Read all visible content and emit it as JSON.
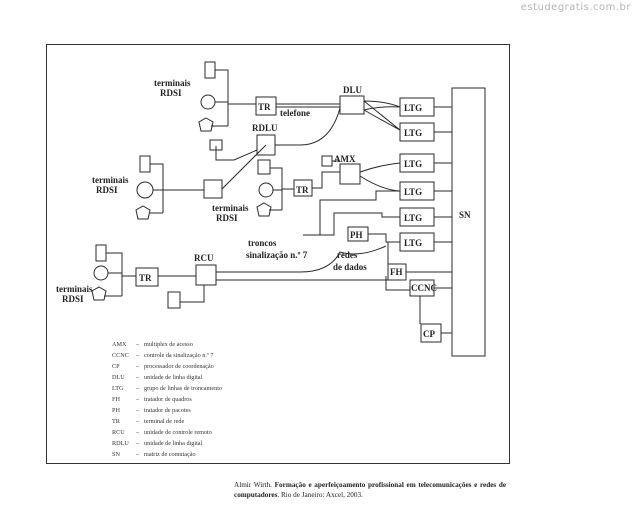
{
  "watermark": "estudegratis.com.br",
  "labels": {
    "terminais_1": "terminais",
    "rdsi_1": "RDSI",
    "terminais_2": "terminais",
    "rdsi_2": "RDSI",
    "terminais_3": "terminais",
    "rdsi_3": "RDSI",
    "terminais_4": "terminais",
    "rdsi_4": "RDSI",
    "telefone": "telefone",
    "tronco_1": "troncos",
    "tronco_2": "sinalização n.º 7",
    "redes_1": "redes",
    "redes_2": "de dados"
  },
  "blocks": {
    "tr1": "TR",
    "tr2": "TR",
    "tr3": "TR",
    "dlu": "DLU",
    "rdlu": "RDLU",
    "amx": "AMX",
    "rcu": "RCU",
    "ltg1": "LTG",
    "ltg2": "LTG",
    "ltg3": "LTG",
    "ltg4": "LTG",
    "ltg5": "LTG",
    "ltg6": "LTG",
    "ph": "PH",
    "fh": "FH",
    "ccnc": "CCNC",
    "cp": "CP",
    "sn": "SN"
  },
  "legend": [
    {
      "abbr": "AMX",
      "desc": "multiplex de acesso"
    },
    {
      "abbr": "CCNC",
      "desc": "controle da sinalização n.º 7"
    },
    {
      "abbr": "CP",
      "desc": "processador de coordenação"
    },
    {
      "abbr": "DLU",
      "desc": "unidade de linha digital"
    },
    {
      "abbr": "LTG",
      "desc": "grupo de linhas de troncamento"
    },
    {
      "abbr": "FH",
      "desc": "tratador de quadros"
    },
    {
      "abbr": "PH",
      "desc": "tratador de pacotes"
    },
    {
      "abbr": "TR",
      "desc": "terminal de rede"
    },
    {
      "abbr": "RCU",
      "desc": "unidade de controle remoto"
    },
    {
      "abbr": "RDLU",
      "desc": "unidade de linha digital"
    },
    {
      "abbr": "SN",
      "desc": "matriz de comutação"
    }
  ],
  "caption": {
    "author": "Almir Wirth.",
    "title": "Formação e aperfeiçoamento profissional em telecomunicações e redes de computadores",
    "publisher": ". Rio de Janeiro: Axcel, 2003."
  }
}
